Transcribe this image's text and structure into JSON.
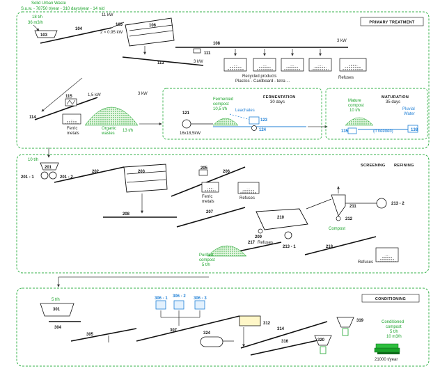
{
  "header": {
    "title": "Solid Urban Waste",
    "rate": "S.u.w. - 78750 t/year - 310 days/year - 14 n/d"
  },
  "sections": {
    "primary": "PRIMARY TREATMENT",
    "fermentation": "FERMENTATION",
    "fermentation_days": "30 days",
    "maturation": "MATURATION",
    "maturation_days": "35 days",
    "screening_a": "SCREENING",
    "screening_b": "REFINING",
    "conditioning": "CONDITIONING"
  },
  "labels": {
    "input_rate": "18 t/h",
    "input_volume": "36 m3/h",
    "kw_11": "11 kW",
    "motor_2x": "2 × 0.95 kW",
    "kw_3a": "3 kW",
    "kw_3b": "3 kW",
    "kw_15": "1,5 kW",
    "kw_3c": "3 kW",
    "recycled": "Recycled products",
    "recycled_list": "Plastics - Cardboard - tetra ...",
    "refuses_1": "Refuses",
    "ferric_1": "Ferric",
    "ferric_1b": "metals",
    "organic_1": "Organic",
    "organic_1b": "wastes",
    "organic_rate": "13 t/h",
    "fermented_1": "Fermented",
    "fermented_2": "compost",
    "fermented_3": "10,5 t/h",
    "leachates": "Leachates",
    "fan": "16x18,5kW",
    "mature_1": "Mature",
    "mature_2": "compost",
    "mature_3": "10 t/h",
    "pluvial_1": "Pluvial",
    "pluvial_2": "Water",
    "if_needed": "(if needed)",
    "screen_in": "10 t/h",
    "ferric_2": "Ferric",
    "ferric_2b": "metals",
    "refuses_2": "Refuses",
    "compost_out": "Compost",
    "refuses_3": "Refuses",
    "purified_1": "Purified",
    "purified_2": "compost",
    "purified_3": "5 t/h",
    "refuses_4": "Refuses",
    "cond_in": "5 t/h",
    "cond_out_1": "Conditioned",
    "cond_out_2": "compost",
    "cond_out_3": "5 t/h",
    "cond_out_4": "10 m3/h",
    "annual": "21000 t/year"
  },
  "tags": {
    "t103": "103",
    "t104": "104",
    "t105": "105",
    "t106": "106",
    "t108": "108",
    "t111": "111",
    "t113": "113",
    "t114": "114",
    "t115": "115",
    "t121": "121",
    "t123": "123",
    "t124": "124",
    "t135": "135",
    "t138": "138",
    "t201": "201",
    "t201_1": "201 - 1",
    "t201_2": "201 - 2",
    "t202": "202",
    "t203": "203",
    "t205": "205",
    "t206": "206",
    "t207": "207",
    "t208": "208",
    "t209": "209",
    "t210": "210",
    "t211": "211",
    "t212": "212",
    "t213_1": "213 - 1",
    "t213_2": "213 - 2",
    "t217": "217",
    "t218": "218",
    "t301": "301",
    "t304": "304",
    "t305": "305",
    "t306_1": "306 - 1",
    "t306_2": "306 - 2",
    "t306_3": "306 - 3",
    "t307": "307",
    "t312": "312",
    "t314": "314",
    "t316": "316",
    "t319": "319",
    "t320": "320",
    "t324": "324"
  },
  "colors": {
    "section_border": "#36b24a",
    "process_blue": "#1f7fd6",
    "label_green": "#1aa32a"
  }
}
